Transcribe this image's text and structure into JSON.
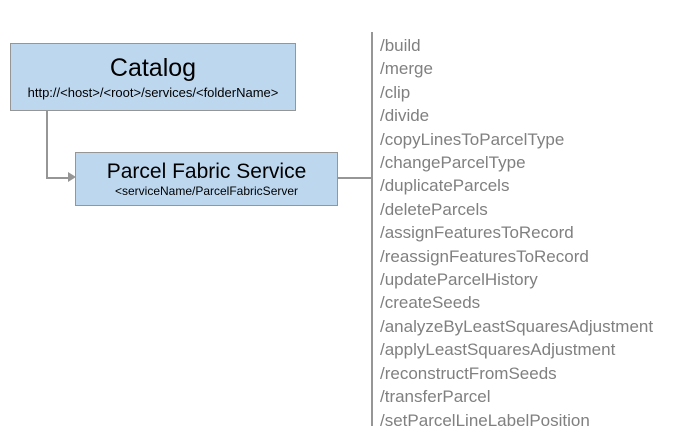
{
  "diagram": {
    "background_color": "#ffffff",
    "node_fill_color": "#bdd7ee",
    "node_border_color": "#969696",
    "connector_color": "#969696",
    "operation_text_color": "#808080"
  },
  "catalog": {
    "title": "Catalog",
    "subtitle": "http://<host>/<root>/services/<folderName>"
  },
  "service": {
    "title": "Parcel Fabric Service",
    "subtitle": "<serviceName/ParcelFabricServer"
  },
  "operations": [
    {
      "label": "/build"
    },
    {
      "label": "/merge"
    },
    {
      "label": "/clip"
    },
    {
      "label": "/divide"
    },
    {
      "label": "/copyLinesToParcelType"
    },
    {
      "label": "/changeParcelType"
    },
    {
      "label": "/duplicateParcels"
    },
    {
      "label": "/deleteParcels"
    },
    {
      "label": "/assignFeaturesToRecord"
    },
    {
      "label": "/reassignFeaturesToRecord"
    },
    {
      "label": "/updateParcelHistory"
    },
    {
      "label": "/createSeeds"
    },
    {
      "label": "/analyzeByLeastSquaresAdjustment"
    },
    {
      "label": "/applyLeastSquaresAdjustment"
    },
    {
      "label": "/reconstructFromSeeds"
    },
    {
      "label": "/transferParcel"
    },
    {
      "label": "/setParcelLineLabelPosition"
    }
  ]
}
